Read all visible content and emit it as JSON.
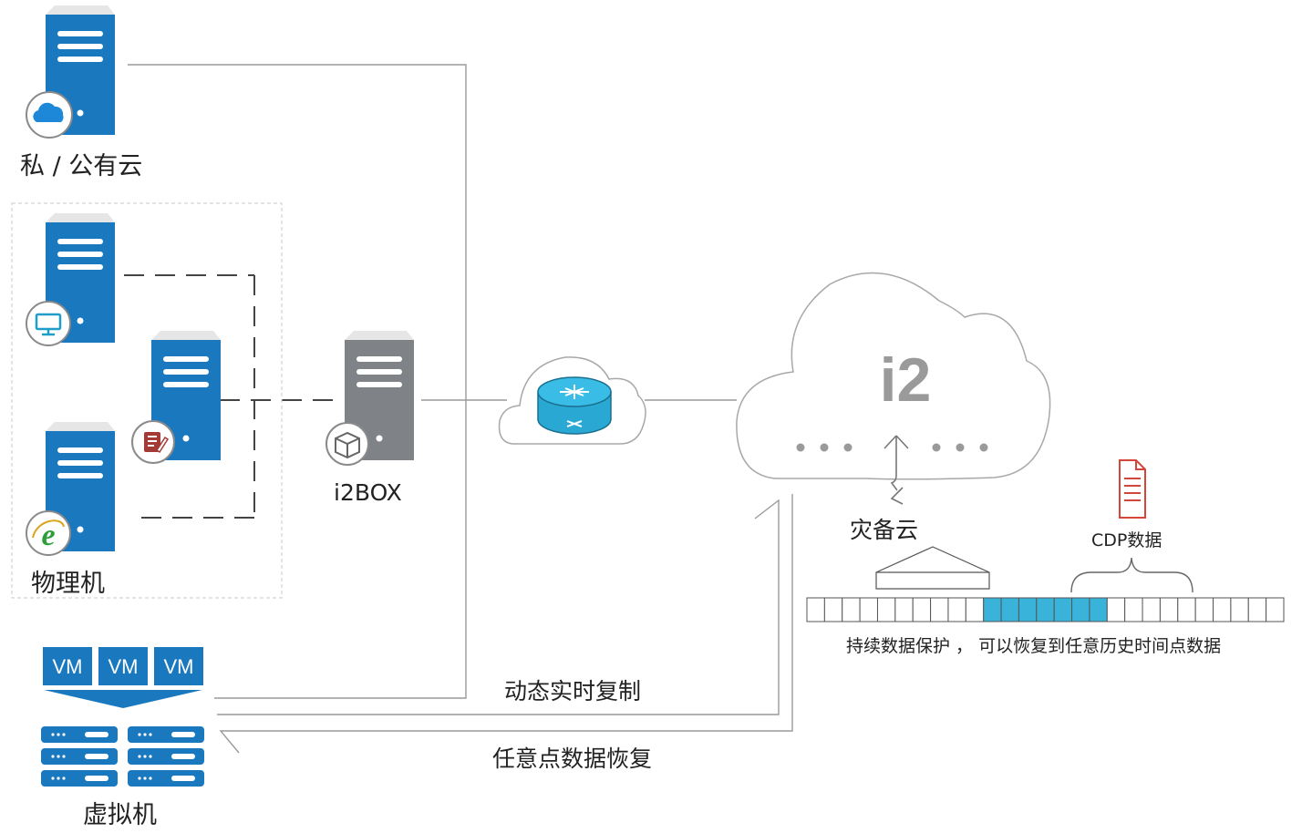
{
  "nodes": {
    "public_cloud": "私 / 公有云",
    "physical": "物理机",
    "i2box": "i2BOX",
    "dr_cloud_logo": "i2",
    "dr_cloud": "灾备云",
    "cdp": "CDP数据",
    "virtual": "虚拟机",
    "vm_label": "VM"
  },
  "flows": {
    "replication": "动态实时复制",
    "recovery": "任意点数据恢复"
  },
  "timeline": {
    "caption": "持续数据保护 ， 可以恢复到任意历史时间点数据",
    "total_cells": 27,
    "highlighted": [
      10,
      11,
      12,
      13,
      14,
      15,
      16
    ]
  },
  "colors": {
    "server_blue": "#1a78bf",
    "server_gray": "#7f8287",
    "cloud_icon": "#1e88d8",
    "router": "#2aa8d4",
    "cdp_highlight": "#3ab3da",
    "doc_red": "#d6453a",
    "ie_green": "#2e9e3a",
    "notes_red": "#a33a36",
    "line": "#9a9a9a"
  }
}
